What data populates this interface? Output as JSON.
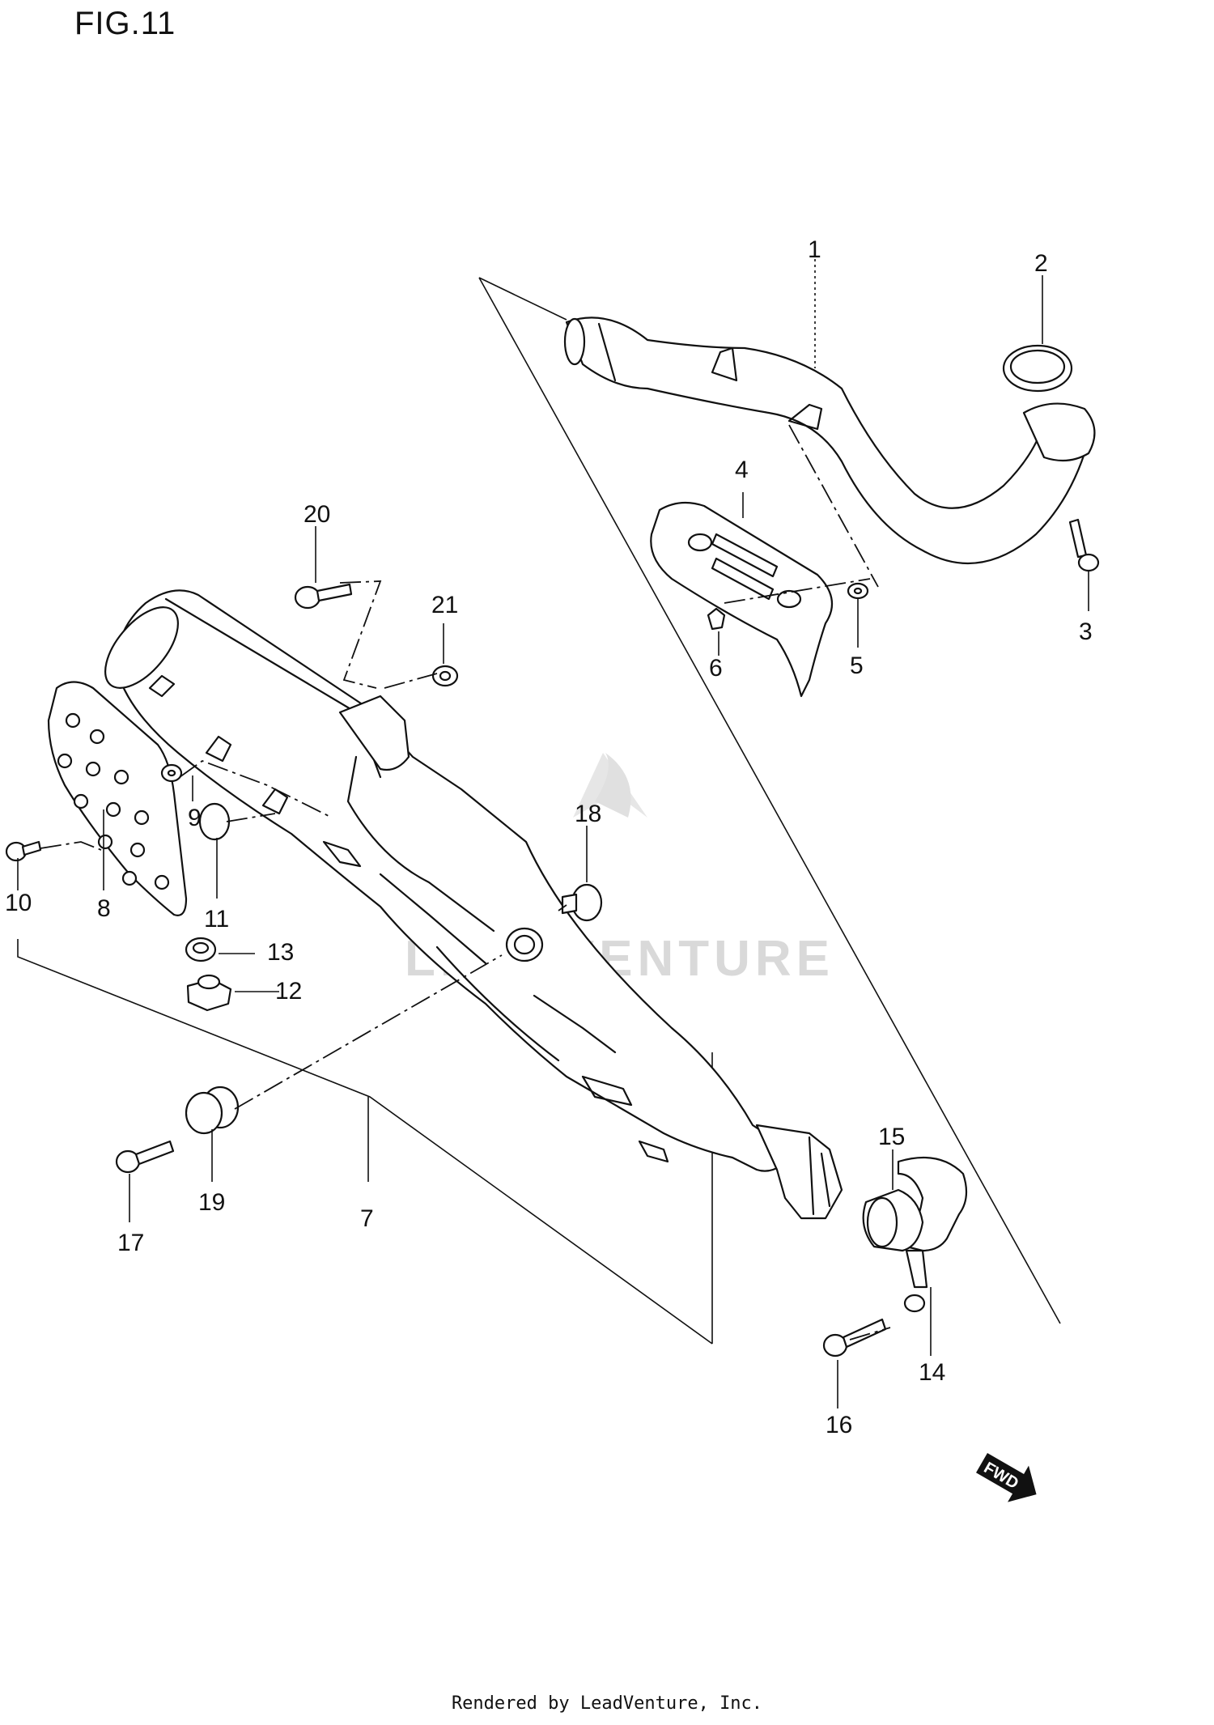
{
  "figure": {
    "title": "FIG.11"
  },
  "watermark": {
    "text": "LEADVENTURE"
  },
  "direction_marker": {
    "label": "FWD"
  },
  "footer": {
    "text": "Rendered by LeadVenture, Inc."
  },
  "callouts": [
    "1",
    "2",
    "3",
    "4",
    "5",
    "6",
    "7",
    "8",
    "9",
    "10",
    "11",
    "12",
    "13",
    "14",
    "15",
    "16",
    "17",
    "18",
    "19",
    "20",
    "21"
  ]
}
